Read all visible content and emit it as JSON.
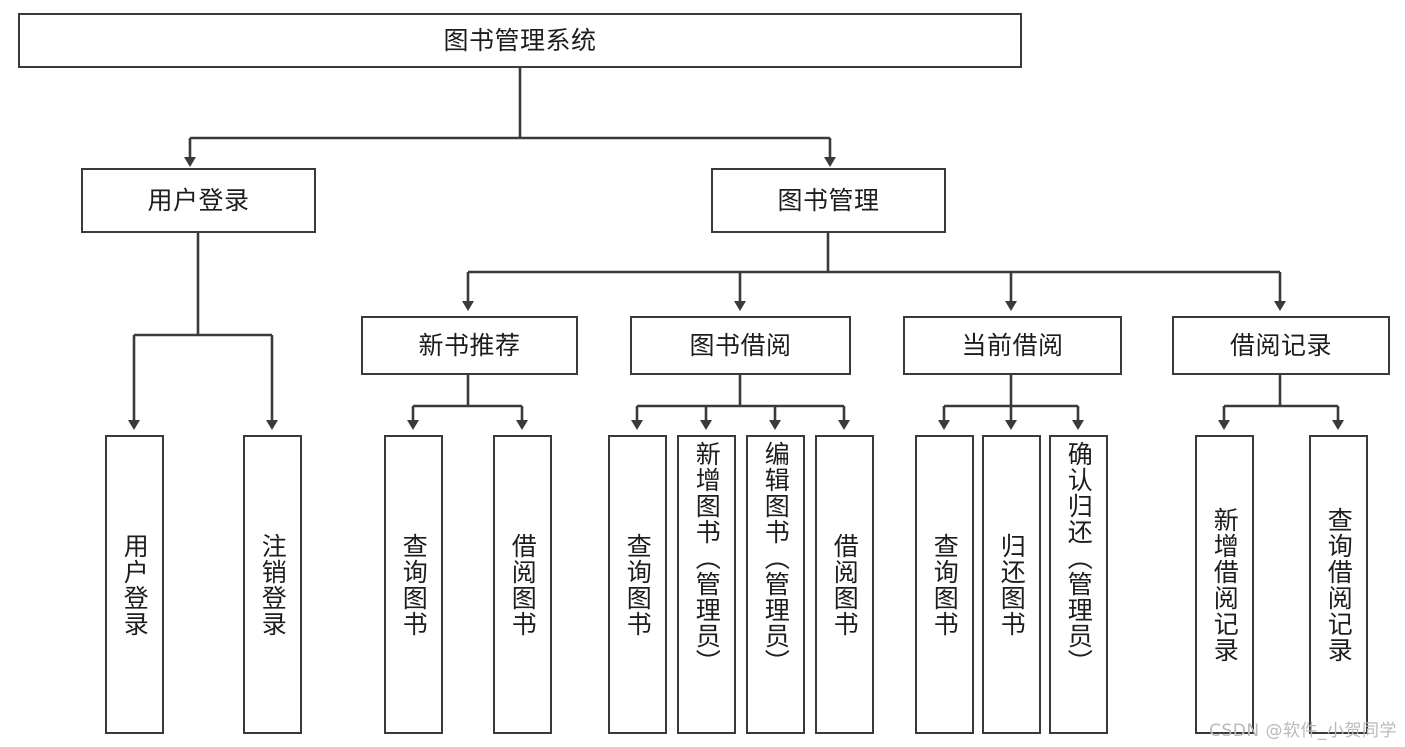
{
  "diagram": {
    "type": "tree-hierarchy-chart",
    "title": "图书管理系统",
    "line_color": "#3a3a3a",
    "box_fill": "#ffffff",
    "text_color": "#1d1d1d",
    "levels": {
      "root": {
        "label": "图书管理系统"
      },
      "level2": [
        {
          "label": "用户登录"
        },
        {
          "label": "图书管理"
        }
      ],
      "level3": [
        {
          "label": "新书推荐"
        },
        {
          "label": "图书借阅"
        },
        {
          "label": "当前借阅"
        },
        {
          "label": "借阅记录"
        }
      ],
      "leaves": [
        {
          "label": "用户登录",
          "parent": "用户登录"
        },
        {
          "label": "注销登录",
          "parent": "用户登录"
        },
        {
          "label": "查询图书",
          "parent": "新书推荐"
        },
        {
          "label": "借阅图书",
          "parent": "新书推荐"
        },
        {
          "label": "查询图书",
          "parent": "图书借阅"
        },
        {
          "label": "新增图书（管理员）",
          "parent": "图书借阅"
        },
        {
          "label": "编辑图书（管理员）",
          "parent": "图书借阅"
        },
        {
          "label": "借阅图书",
          "parent": "图书借阅"
        },
        {
          "label": "查询图书",
          "parent": "当前借阅"
        },
        {
          "label": "归还图书",
          "parent": "当前借阅"
        },
        {
          "label": "确认归还（管理员）",
          "parent": "当前借阅"
        },
        {
          "label": "新增借阅记录",
          "parent": "借阅记录"
        },
        {
          "label": "查询借阅记录",
          "parent": "借阅记录"
        }
      ]
    }
  },
  "watermark": {
    "text": "CSDN @软件_小贺同学"
  }
}
